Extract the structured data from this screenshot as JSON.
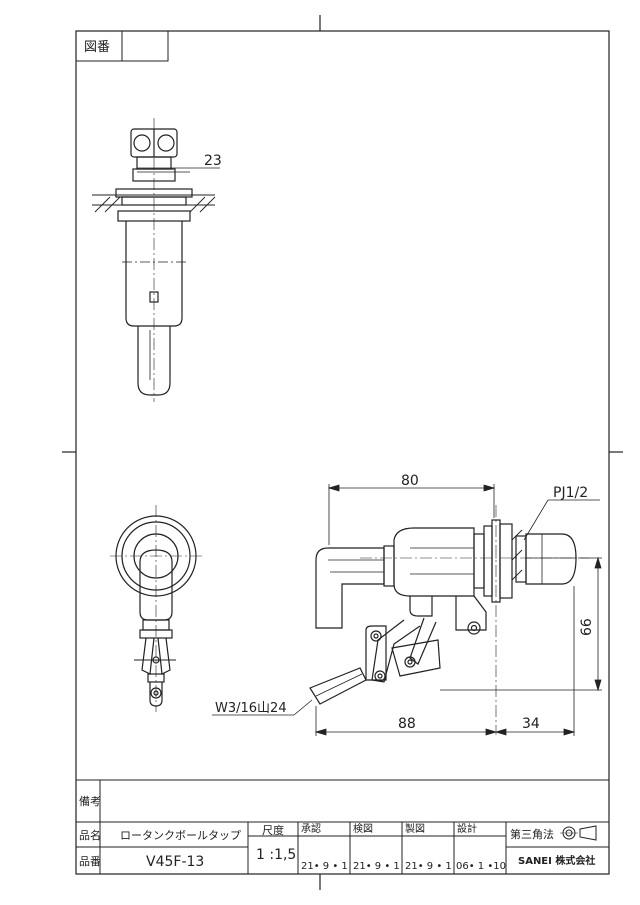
{
  "header": {
    "zuban_label": "図番"
  },
  "dimensions": {
    "top_width": "23",
    "length_80": "80",
    "pipe_thread": "PJ1/2",
    "height_66": "66",
    "thread_w": "W3/16山24",
    "length_88": "88",
    "length_34": "34"
  },
  "title_block": {
    "biko_label": "備考",
    "hinmei_label": "品名",
    "hinmei_value": "ロータンクボールタップ",
    "hinban_label": "品番",
    "hinban_value": "V45F-13",
    "shakudo_label": "尺度",
    "shakudo_value": "1 :1,5",
    "shonin_label": "承認",
    "shonin_date": "21• 9 • 1",
    "kenzu_label": "検図",
    "kenzu_date": "21• 9 • 1",
    "seizu_label": "製図",
    "seizu_date": "21• 9 • 1",
    "sekkei_label": "設計",
    "sekkei_date": "06• 1 •10",
    "projection_label": "第三角法",
    "company": "SANEI 株式会社"
  }
}
